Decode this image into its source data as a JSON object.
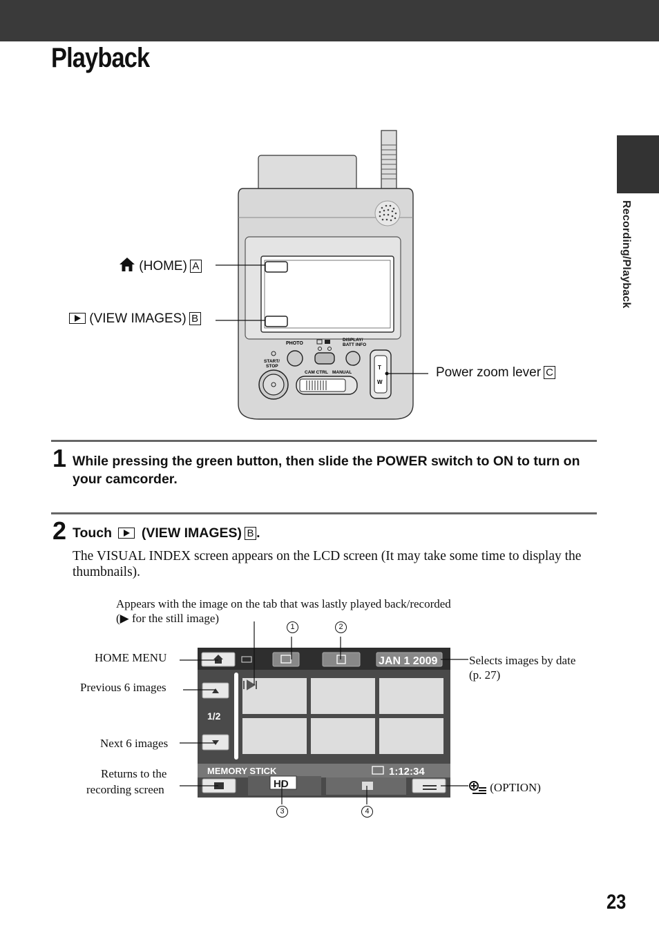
{
  "page": {
    "title": "Playback",
    "side_label": "Recording/Playback",
    "page_number": "23"
  },
  "camera_figure": {
    "home_label": "(HOME)",
    "home_letter": "A",
    "view_label": "(VIEW IMAGES)",
    "view_letter": "B",
    "zoom_label": "Power zoom lever",
    "zoom_letter": "C",
    "body_text": {
      "photo": "PHOTO",
      "display": "DISPLAY/",
      "batt": "BATT INFO",
      "start": "START/",
      "stop": "STOP",
      "cam_ctrl": "CAM CTRL",
      "manual": "MANUAL",
      "t": "T",
      "w": "W"
    }
  },
  "steps": [
    {
      "number": "1",
      "text": "While pressing the green button, then slide the POWER switch to ON to turn on your camcorder."
    },
    {
      "number": "2",
      "text_before": "Touch",
      "text_after": "(VIEW IMAGES)",
      "letter": "B",
      "period": ".",
      "body": "The VISUAL INDEX screen appears on the LCD screen (It may take some time to display the thumbnails)."
    }
  ],
  "index_figure": {
    "note_line1": "Appears with the image on the tab that was lastly played back/recorded",
    "note_line2": "(▶ for the still image)",
    "home_menu": "HOME MENU",
    "prev": "Previous 6 images",
    "next": "Next 6 images",
    "returns_line1": "Returns to the",
    "returns_line2": "recording screen",
    "selects_line1": "Selects images by date",
    "selects_line2": "(p. 27)",
    "option": "(OPTION)",
    "callouts": [
      "1",
      "2",
      "3",
      "4"
    ],
    "screen": {
      "date": "JAN 1 2009",
      "page": "1/2",
      "media": "MEMORY STICK",
      "time": "1:12:34",
      "hd": "HD"
    }
  }
}
